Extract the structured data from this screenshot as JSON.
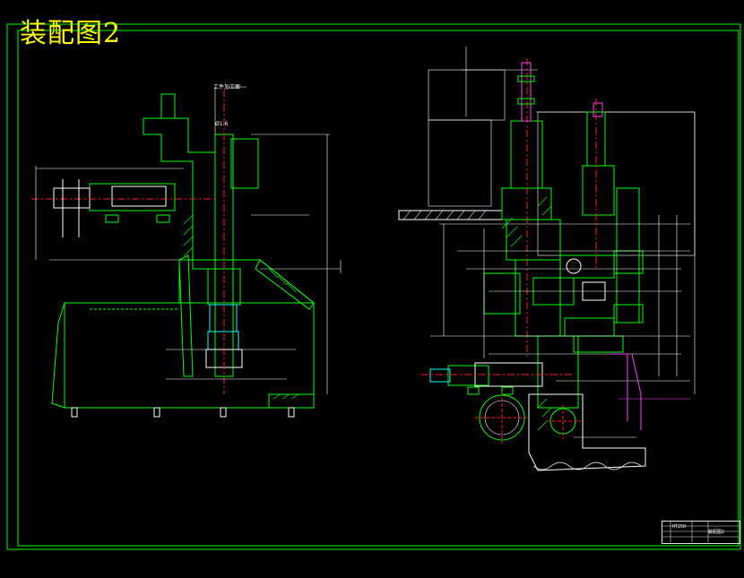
{
  "title": "装配图2",
  "labels": {
    "left_view_top": "工件加工面",
    "left_view_dim": "Ø1.6"
  },
  "title_block": {
    "material": "HT250",
    "drawing_name": "装配图2"
  },
  "colors": {
    "background": "#000000",
    "frame": "#00ff00",
    "outline": "#00ff00",
    "dimension": "#ffffff",
    "centerline": "#ff2020",
    "hidden": "#ffff00",
    "magenta": "#ff40ff",
    "cyan": "#00ffff",
    "title_text": "#ffff00"
  }
}
